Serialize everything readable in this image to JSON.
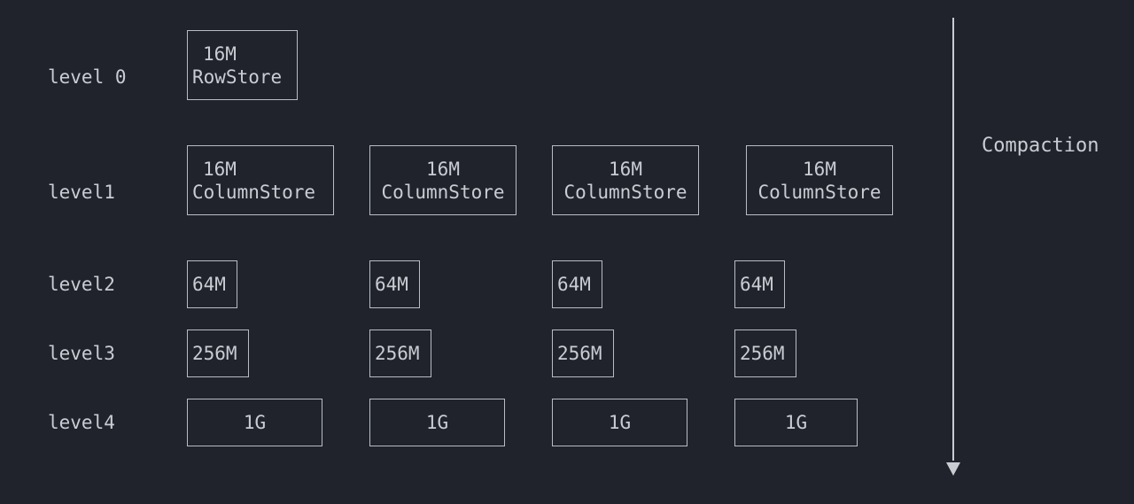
{
  "levels": [
    {
      "label": "level 0",
      "boxes": [
        {
          "size": "16M",
          "type": "RowStore"
        }
      ]
    },
    {
      "label": "level1",
      "boxes": [
        {
          "size": "16M",
          "type": "ColumnStore"
        },
        {
          "size": "16M",
          "type": "ColumnStore"
        },
        {
          "size": "16M",
          "type": "ColumnStore"
        },
        {
          "size": "16M",
          "type": "ColumnStore"
        }
      ]
    },
    {
      "label": "level2",
      "boxes": [
        {
          "size": "64M"
        },
        {
          "size": "64M"
        },
        {
          "size": "64M"
        },
        {
          "size": "64M"
        }
      ]
    },
    {
      "label": "level3",
      "boxes": [
        {
          "size": "256M"
        },
        {
          "size": "256M"
        },
        {
          "size": "256M"
        },
        {
          "size": "256M"
        }
      ]
    },
    {
      "label": "level4",
      "boxes": [
        {
          "size": "1G"
        },
        {
          "size": "1G"
        },
        {
          "size": "1G"
        },
        {
          "size": "1G"
        }
      ]
    }
  ],
  "arrow_label": "Compaction",
  "colors": {
    "background": "#20232b",
    "text": "#c9ccd3",
    "border": "#b8bcc5"
  }
}
